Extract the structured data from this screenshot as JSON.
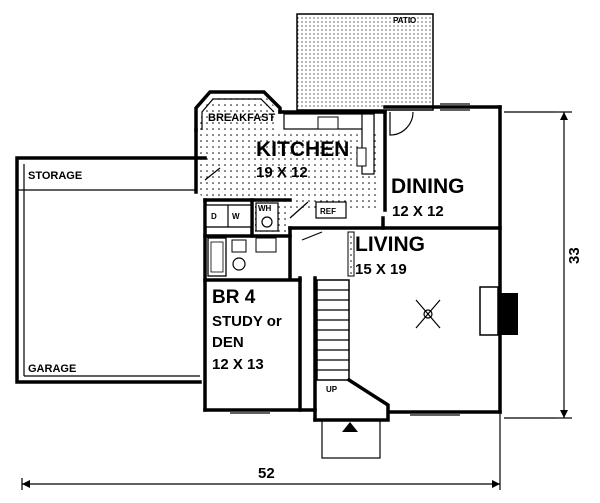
{
  "rooms": {
    "patio": "PATIO",
    "breakfast": "BREAKFAST",
    "kitchen": {
      "name": "KITCHEN",
      "size": "19 X 12"
    },
    "dining": {
      "name": "DINING",
      "size": "12 X 12"
    },
    "living": {
      "name": "LIVING",
      "size": "15 X 19"
    },
    "br4": {
      "name": "BR 4",
      "alt1": "STUDY or",
      "alt2": "DEN",
      "size": "12 X 13"
    },
    "storage": "STORAGE",
    "garage": "GARAGE"
  },
  "fixtures": {
    "dishwasher_d": "D",
    "dishwasher_w": "W",
    "washer": "WH",
    "refrigerator": "REF",
    "stair_up": "UP"
  },
  "dimensions": {
    "width": "52",
    "depth": "33"
  }
}
